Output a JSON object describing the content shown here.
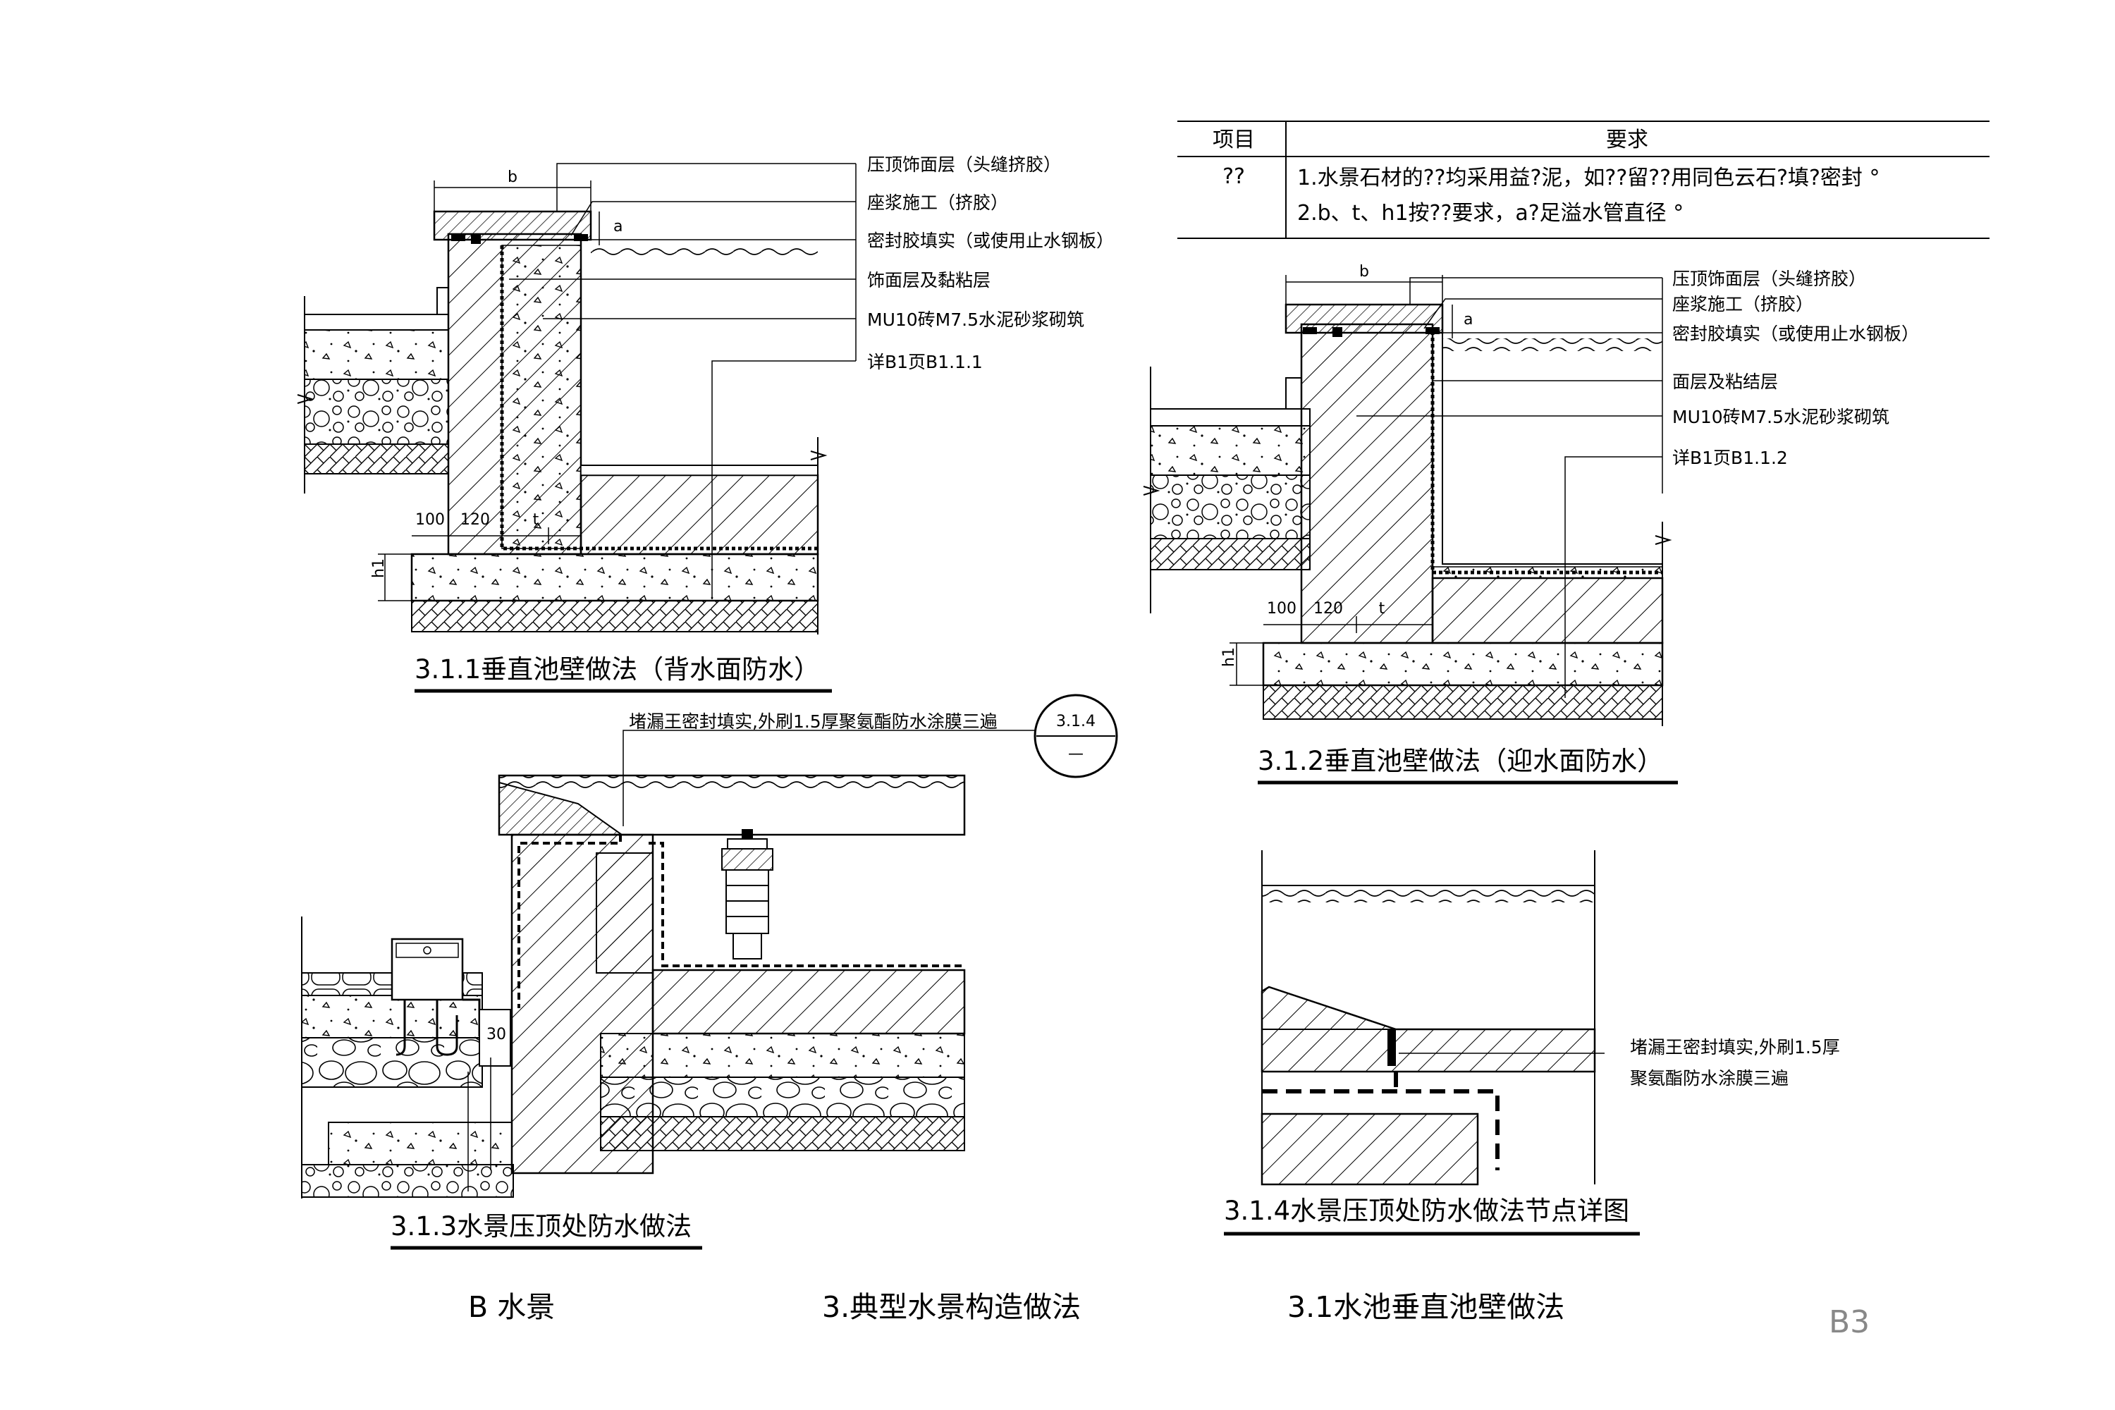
{
  "table": {
    "header_item": "项目",
    "header_req": "要求",
    "row_item": "??",
    "row_req_1": "1.水景石材的??均采用益?泥，如??留??用同色云石?填?密封 °",
    "row_req_2": "2.b、t、h1按??要求，a?足溢水管直径 °"
  },
  "d311": {
    "title": "3.1.1垂直池壁做法（背水面防水）",
    "labels": [
      "压顶饰面层（头缝挤胶）",
      "座浆施工（挤胶）",
      "密封胶填实（或使用止水钢板）",
      "饰面层及黏粘层",
      "MU10砖M7.5水泥砂浆砌筑",
      "详B1页B1.1.1"
    ],
    "dim_b": "b",
    "dim_a": "a",
    "dim_100": "100",
    "dim_120": "120",
    "dim_t": "t",
    "dim_h1": "h1"
  },
  "d312": {
    "title": "3.1.2垂直池壁做法（迎水面防水）",
    "labels": [
      "压顶饰面层（头缝挤胶）",
      "座浆施工（挤胶）",
      "密封胶填实（或使用止水钢板）",
      "面层及粘结层",
      "MU10砖M7.5水泥砂浆砌筑",
      "详B1页B1.1.2"
    ],
    "dim_b": "b",
    "dim_a": "a",
    "dim_100": "100",
    "dim_120": "120",
    "dim_t": "t",
    "dim_h1": "h1"
  },
  "d313": {
    "title": "3.1.3水景压顶处防水做法",
    "label": "堵漏王密封填实,外刷1.5厚聚氨酯防水涂膜三遍",
    "ref_top": "3.1.4",
    "ref_bottom": "—",
    "dim_30": "30"
  },
  "d314": {
    "title": "3.1.4水景压顶处防水做法节点详图",
    "label_1": "堵漏王密封填实,外刷1.5厚",
    "label_2": "聚氨酯防水涂膜三遍"
  },
  "footer": {
    "section": "B 水景",
    "chapter": "3.典型水景构造做法",
    "subsection": "3.1水池垂直池壁做法",
    "sheet": "B3"
  }
}
